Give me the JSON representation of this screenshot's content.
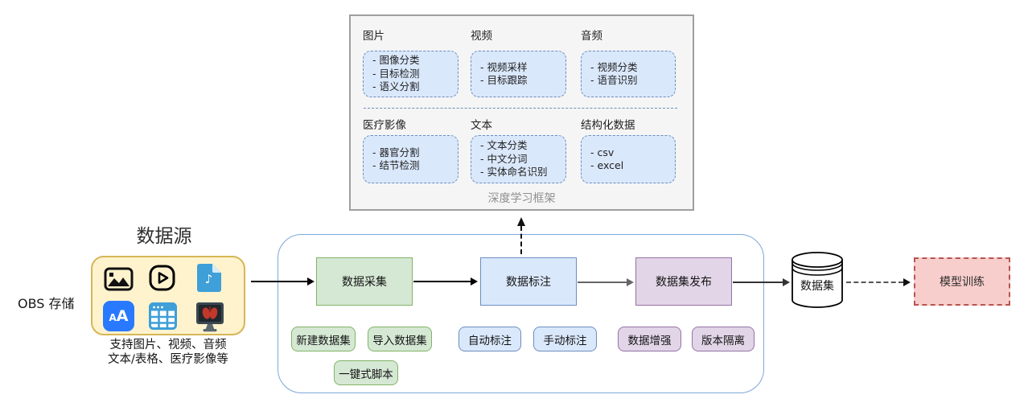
{
  "framework": {
    "caption": "深度学习框架",
    "sections": [
      {
        "title": "图片",
        "items": [
          "- 图像分类",
          "- 目标检测",
          "- 语义分割"
        ]
      },
      {
        "title": "视频",
        "items": [
          "- 视频采样",
          "- 目标跟踪"
        ]
      },
      {
        "title": "音频",
        "items": [
          "- 视频分类",
          "- 语音识别"
        ]
      },
      {
        "title": "医疗影像",
        "items": [
          "- 器官分割",
          "- 结节检测"
        ]
      },
      {
        "title": "文本",
        "items": [
          "- 文本分类",
          "- 中文分词",
          "- 实体命名识别"
        ]
      },
      {
        "title": "结构化数据",
        "items": [
          "- csv",
          "- excel"
        ]
      }
    ]
  },
  "source": {
    "title": "数据源",
    "storage_label": "OBS 存储",
    "caption_line1": "支持图片、视频、音频",
    "caption_line2": "文本/表格、医疗影像等",
    "text_icon_label": "AA",
    "audio_note_glyph": "♪",
    "icons": [
      "image-icon",
      "video-play-icon",
      "audio-file-icon",
      "text-aa-icon",
      "table-icon",
      "medical-imaging-icon"
    ]
  },
  "pipeline": {
    "stages": [
      {
        "label": "数据采集"
      },
      {
        "label": "数据标注"
      },
      {
        "label": "数据集发布"
      }
    ],
    "collect_actions": [
      {
        "label": "新建数据集"
      },
      {
        "label": "导入数据集"
      },
      {
        "label": "一键式脚本"
      }
    ],
    "label_actions": [
      {
        "label": "自动标注"
      },
      {
        "label": "手动标注"
      }
    ],
    "publish_actions": [
      {
        "label": "数据增强"
      },
      {
        "label": "版本隔离"
      }
    ]
  },
  "dataset": {
    "label": "数据集"
  },
  "training": {
    "label": "模型训练"
  },
  "colors": {
    "green_fill": "#d5e8d4",
    "green_border": "#82b366",
    "blue_fill": "#dae8fc",
    "blue_border": "#6c8ebf",
    "purple_fill": "#e1d5e7",
    "purple_border": "#9673a6",
    "red_fill": "#f8cecc",
    "red_border": "#b85450",
    "yellow_fill": "#fff3cd",
    "yellow_border": "#d6b656",
    "frame_fill": "#f5f5f5",
    "frame_border": "#9e9e9e",
    "container_border": "#7ea7d8"
  }
}
